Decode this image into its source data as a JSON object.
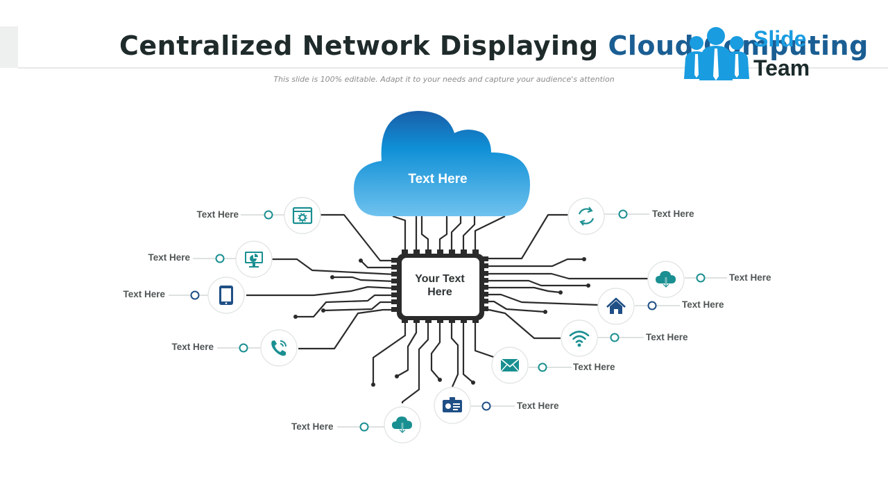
{
  "header": {
    "title_main": "Centralized Network Displaying ",
    "title_highlight": "Cloud Computing",
    "subtitle": "This slide is 100% editable. Adapt it to your needs and capture your audience's attention"
  },
  "logo": {
    "line1": "Slide",
    "line2": "Team"
  },
  "cloud": {
    "label": "Text Here"
  },
  "chip": {
    "label": "Your Text Here"
  },
  "nodes": [
    {
      "side": "left",
      "icon": "settings-window-icon",
      "label": "Text Here"
    },
    {
      "side": "left",
      "icon": "monitor-chart-icon",
      "label": "Text Here"
    },
    {
      "side": "left",
      "icon": "tablet-icon",
      "label": "Text Here"
    },
    {
      "side": "left",
      "icon": "phone-call-icon",
      "label": "Text Here"
    },
    {
      "side": "bottom",
      "icon": "cloud-download-icon",
      "label": "Text Here"
    },
    {
      "side": "bottom",
      "icon": "id-card-icon",
      "label": "Text Here"
    },
    {
      "side": "right",
      "icon": "mail-icon",
      "label": "Text Here"
    },
    {
      "side": "right",
      "icon": "wifi-icon",
      "label": "Text Here"
    },
    {
      "side": "right",
      "icon": "home-icon",
      "label": "Text Here"
    },
    {
      "side": "right",
      "icon": "cloud-download-icon",
      "label": "Text Here"
    },
    {
      "side": "right",
      "icon": "sync-icon",
      "label": "Text Here"
    }
  ],
  "colors": {
    "teal": "#1a8f91",
    "navy": "#1f4f85",
    "cloud_top": "#1a5fa8",
    "cloud_bottom": "#6fc2ee",
    "wire": "#2b2b2b"
  }
}
